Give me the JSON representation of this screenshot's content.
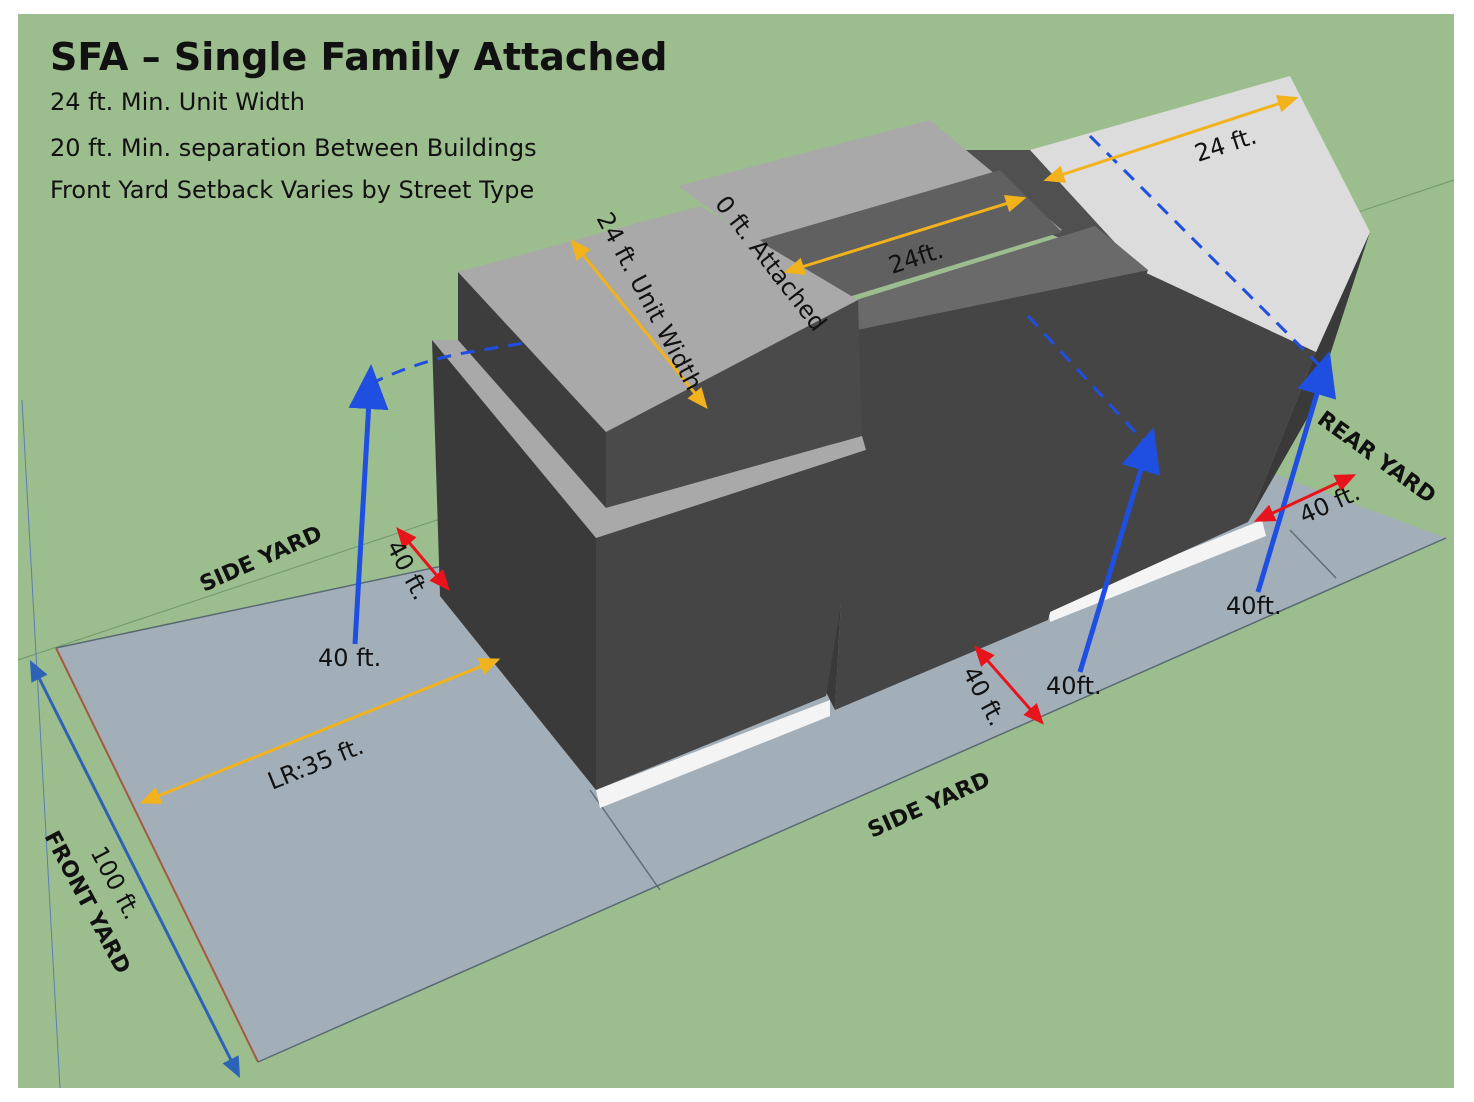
{
  "header": {
    "title": "SFA – Single Family Attached",
    "lines": [
      "24 ft. Min. Unit Width",
      "20 ft. Min. separation Between Buildings",
      "Front Yard Setback Varies by Street Type"
    ]
  },
  "labels": {
    "unit_width": "24 ft. Unit Width",
    "attached": "0 ft. Attached",
    "width_mid": "24ft.",
    "width_right": "24 ft.",
    "height_left": "40 ft.",
    "height_mid": "40ft.",
    "height_right": "40ft.",
    "side_setback_back": "40 ft.",
    "side_setback_front": "40 ft.",
    "rear_setback": "40 ft.",
    "front_setback": "LR:35 ft.",
    "lot_width": "100 ft.",
    "front_yard": "FRONT YARD",
    "side_yard_back": "SIDE YARD",
    "side_yard_front": "SIDE YARD",
    "rear_yard": "REAR YARD"
  },
  "colors": {
    "ground": "#9cbd8e",
    "lot": "#a2afb9",
    "building_dark": "#454546",
    "building_roof_light": "#a9a9a9",
    "building_roof_white": "#dcdcdc",
    "height_arrow": "#1f4fe0",
    "width_arrow": "#f2b21b",
    "setback_arrow": "#e8141b",
    "lot_width_arrow": "#2c63b7"
  }
}
